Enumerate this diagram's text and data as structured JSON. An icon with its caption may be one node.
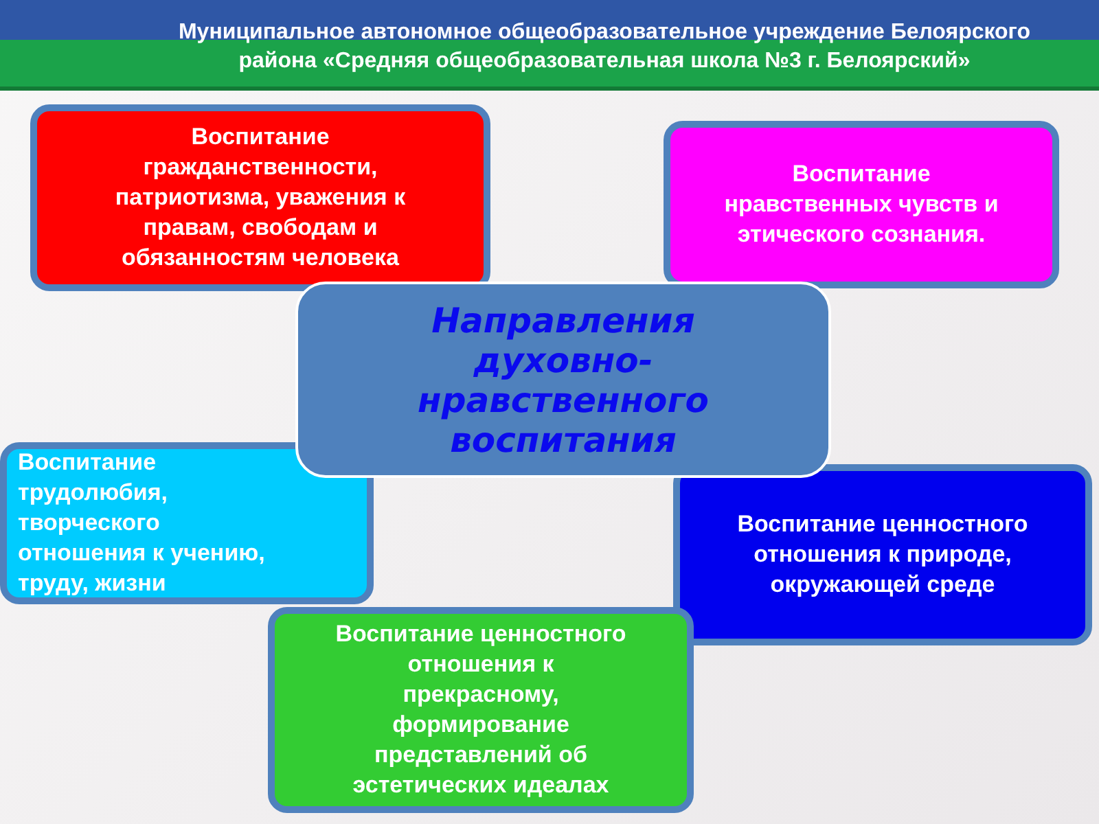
{
  "diagram": {
    "title": "Муниципальное автономное общеобразовательное учреждение Белоярского района «Средняя общеобразовательная школа №3 г. Белоярский»",
    "nodes": [
      {
        "text": [
          "Воспитание гражданственности, патриотизма, уважения к правам, свободам и обязанностям человека"
        ]
      },
      {
        "text": [
          "Воспитание нравственных чувств и этического сознания."
        ]
      },
      {
        "text": [
          "Направления духовно-нравственного воспитания"
        ]
      },
      {
        "text": [
          "Воспитание трудолюбия, творческого отношения к учению, труду, жизни"
        ]
      },
      {
        "text": [
          "Воспитание ценностного отношения к природе, окружающей среде"
        ]
      },
      {
        "text": [
          "Воспитание ценностного отношения к прекрасному, формирование представлений об эстетических идеалах"
        ]
      }
    ]
  }
}
